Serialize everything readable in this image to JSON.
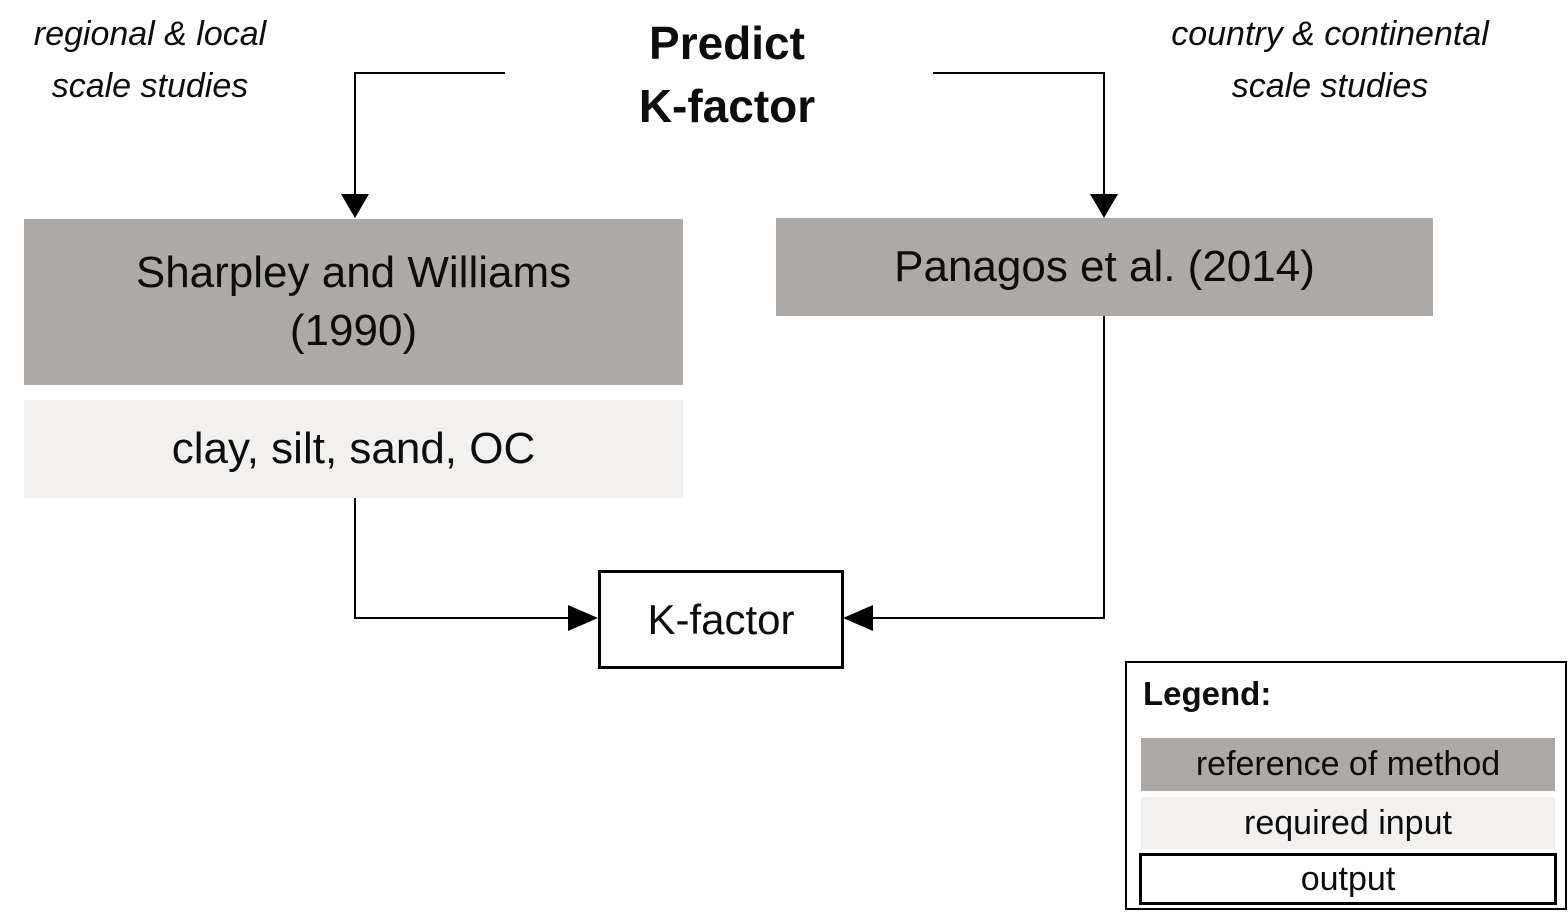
{
  "title": {
    "line1": "Predict",
    "line2": "K-factor"
  },
  "annotations": {
    "left": {
      "line1": "regional & local",
      "line2": "scale studies"
    },
    "right": {
      "line1": "country & continental",
      "line2": "scale studies"
    }
  },
  "nodes": {
    "sharpley": {
      "line1": "Sharpley and Williams",
      "line2": "(1990)",
      "type": "reference of method"
    },
    "panagos": {
      "label": "Panagos et al. (2014)",
      "type": "reference of method"
    },
    "inputs": {
      "label": "clay, silt, sand, OC",
      "type": "required input"
    },
    "kfactor": {
      "label": "K-factor",
      "type": "output"
    }
  },
  "legend": {
    "title": "Legend:",
    "items": [
      {
        "label": "reference of method",
        "type": "reference"
      },
      {
        "label": "required input",
        "type": "input"
      },
      {
        "label": "output",
        "type": "output"
      }
    ]
  },
  "colors": {
    "reference_fill": "#aca9a6",
    "input_fill": "#f2f1f0",
    "output_fill": "#ffffff",
    "line": "#000000",
    "text": "#0d0d0d"
  }
}
